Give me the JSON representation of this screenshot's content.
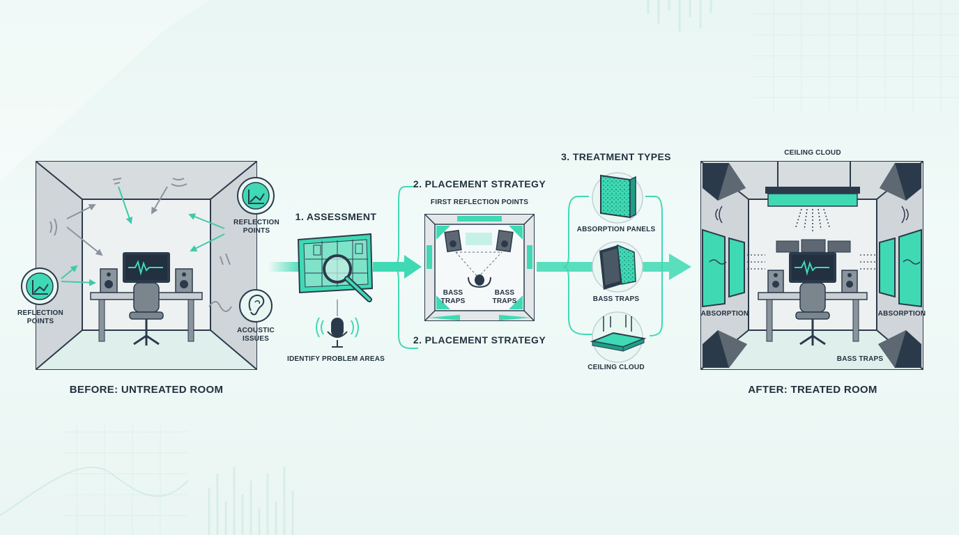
{
  "labels": {
    "before_title": "BEFORE: UNTREATED ROOM",
    "after_title": "AFTER: TREATED ROOM",
    "reflection_points_right": "REFLECTION\nPOINTS",
    "reflection_points_left": "REFLECTION\nPOINTS",
    "acoustic_issues": "ACOUSTIC\nISSUES",
    "step1_title": "1. ASSESSMENT",
    "step1_caption": "IDENTIFY PROBLEM AREAS",
    "step2_title_top": "2. PLACEMENT STRATEGY",
    "step2_title_bottom": "2. PLACEMENT STRATEGY",
    "first_reflection_points": "FIRST REFLECTION POINTS",
    "bass_traps_left": "BASS\nTRAPS",
    "bass_traps_right": "BASS\nTRAPS",
    "step3_title": "3. TREATMENT TYPES",
    "absorption_panels": "ABSORPTION PANELS",
    "bass_traps": "BASS TRAPS",
    "ceiling_cloud": "CEILING CLOUD",
    "after_ceiling_cloud": "CEILING CLOUD",
    "after_absorption_left": "ABSORPTION",
    "after_absorption_right": "ABSORPTION",
    "after_bass_traps": "BASS TRAPS"
  },
  "icons": [
    "reflection-points-icon",
    "ear-icon",
    "blueprint-magnifier-icon",
    "microphone-icon",
    "studio-monitor-icon",
    "desk-chair-icon",
    "absorption-panel-icon",
    "bass-trap-icon",
    "ceiling-cloud-icon",
    "flow-arrow-icon"
  ],
  "colors": {
    "accent": "#3fd9b4",
    "accent_dark": "#1f9e86",
    "ink": "#22313f",
    "wall_gray": "#d9dde0",
    "dark_trap": "#2b3a4b",
    "background": "#eef8f6"
  }
}
